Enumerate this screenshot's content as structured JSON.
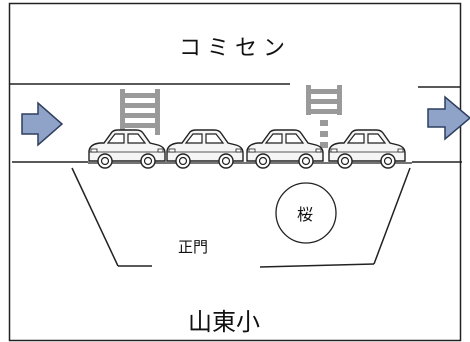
{
  "labels": {
    "top_building": "コミセン",
    "main_gate": "正門",
    "cherry_tree": "桜",
    "school": "山東小"
  },
  "icons": {
    "flow_arrow": "right-arrow-icon",
    "vehicle": "car-icon",
    "crossing": "crosswalk-icon"
  },
  "colors": {
    "arrow_fill": "#8fa3c9",
    "arrow_stroke": "#2f3f5f",
    "line": "#222222",
    "crosswalk": "#9a9a9a",
    "car_body": "#f5f5f5"
  }
}
